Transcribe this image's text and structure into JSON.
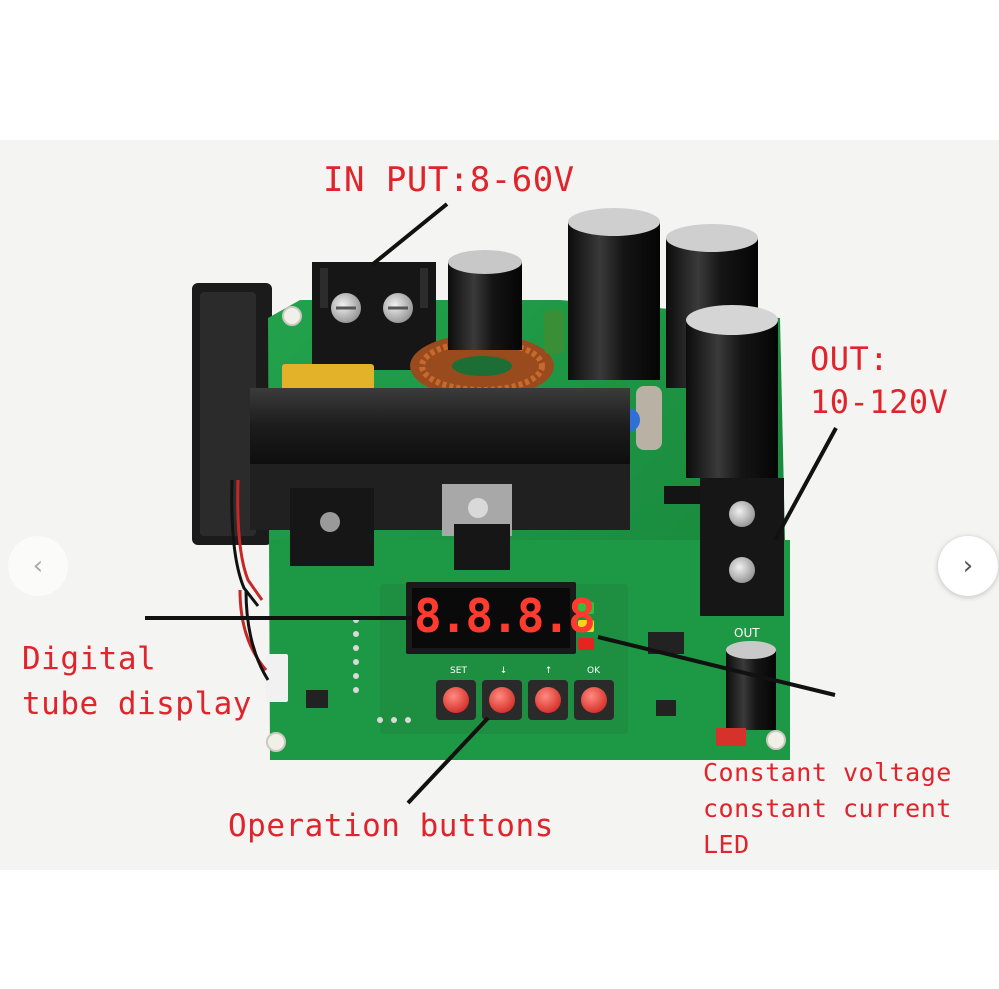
{
  "labels": {
    "input": "IN PUT:8-60V",
    "out_line1": "OUT:",
    "out_line2": "10-120V",
    "digital_line1": "Digital",
    "digital_line2": "tube display",
    "operation": "Operation buttons",
    "cvcc_line1": "Constant voltage",
    "cvcc_line2": "constant current",
    "cvcc_line3": "LED"
  },
  "board": {
    "display_value": "8.8.8.8",
    "button_labels": [
      "SET",
      "↓",
      "↑",
      "OK"
    ],
    "led_colors": [
      "#2ec23a",
      "#f2d61c",
      "#e52420"
    ],
    "out_silk": "OUT"
  },
  "colors": {
    "label_red": "#e0242b",
    "pcb_green": "#1f9a45",
    "led_red": "#ff3b30"
  },
  "nav": {
    "prev_icon": "‹",
    "next_icon": "›"
  }
}
